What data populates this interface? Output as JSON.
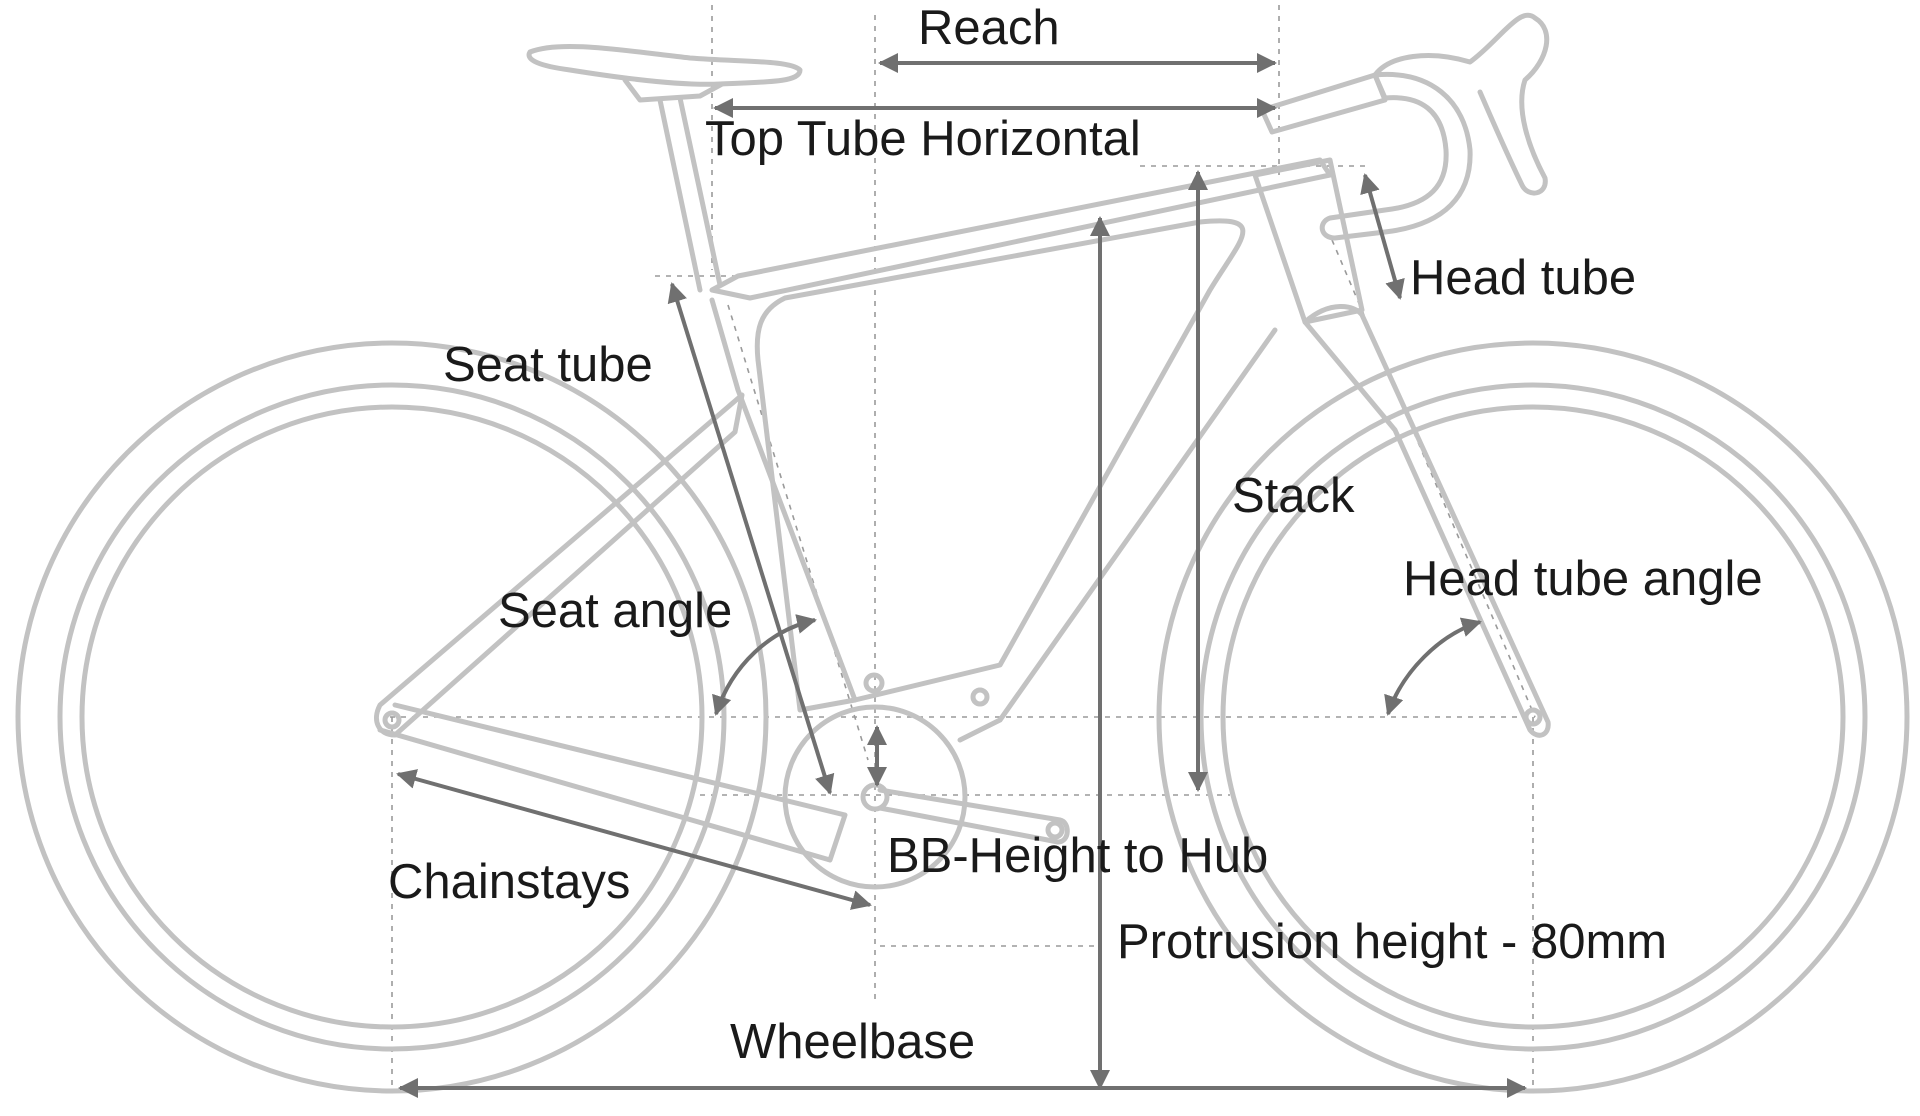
{
  "diagram": {
    "labels": {
      "reach": "Reach",
      "top_tube_horizontal": "Top Tube Horizontal",
      "head_tube": "Head tube",
      "seat_tube": "Seat tube",
      "stack": "Stack",
      "head_tube_angle": "Head tube angle",
      "seat_angle": "Seat angle",
      "bb_height_to_hub": "BB-Height to Hub",
      "chainstays": "Chainstays",
      "protrusion_height": "Protrusion height - 80mm",
      "wheelbase": "Wheelbase"
    },
    "colors": {
      "frame_outline": "#c2c2c2",
      "dimension_arrow": "#707070",
      "guide_line": "#9a9a9a",
      "label_text": "#1a1a1a",
      "background": "#ffffff"
    }
  }
}
